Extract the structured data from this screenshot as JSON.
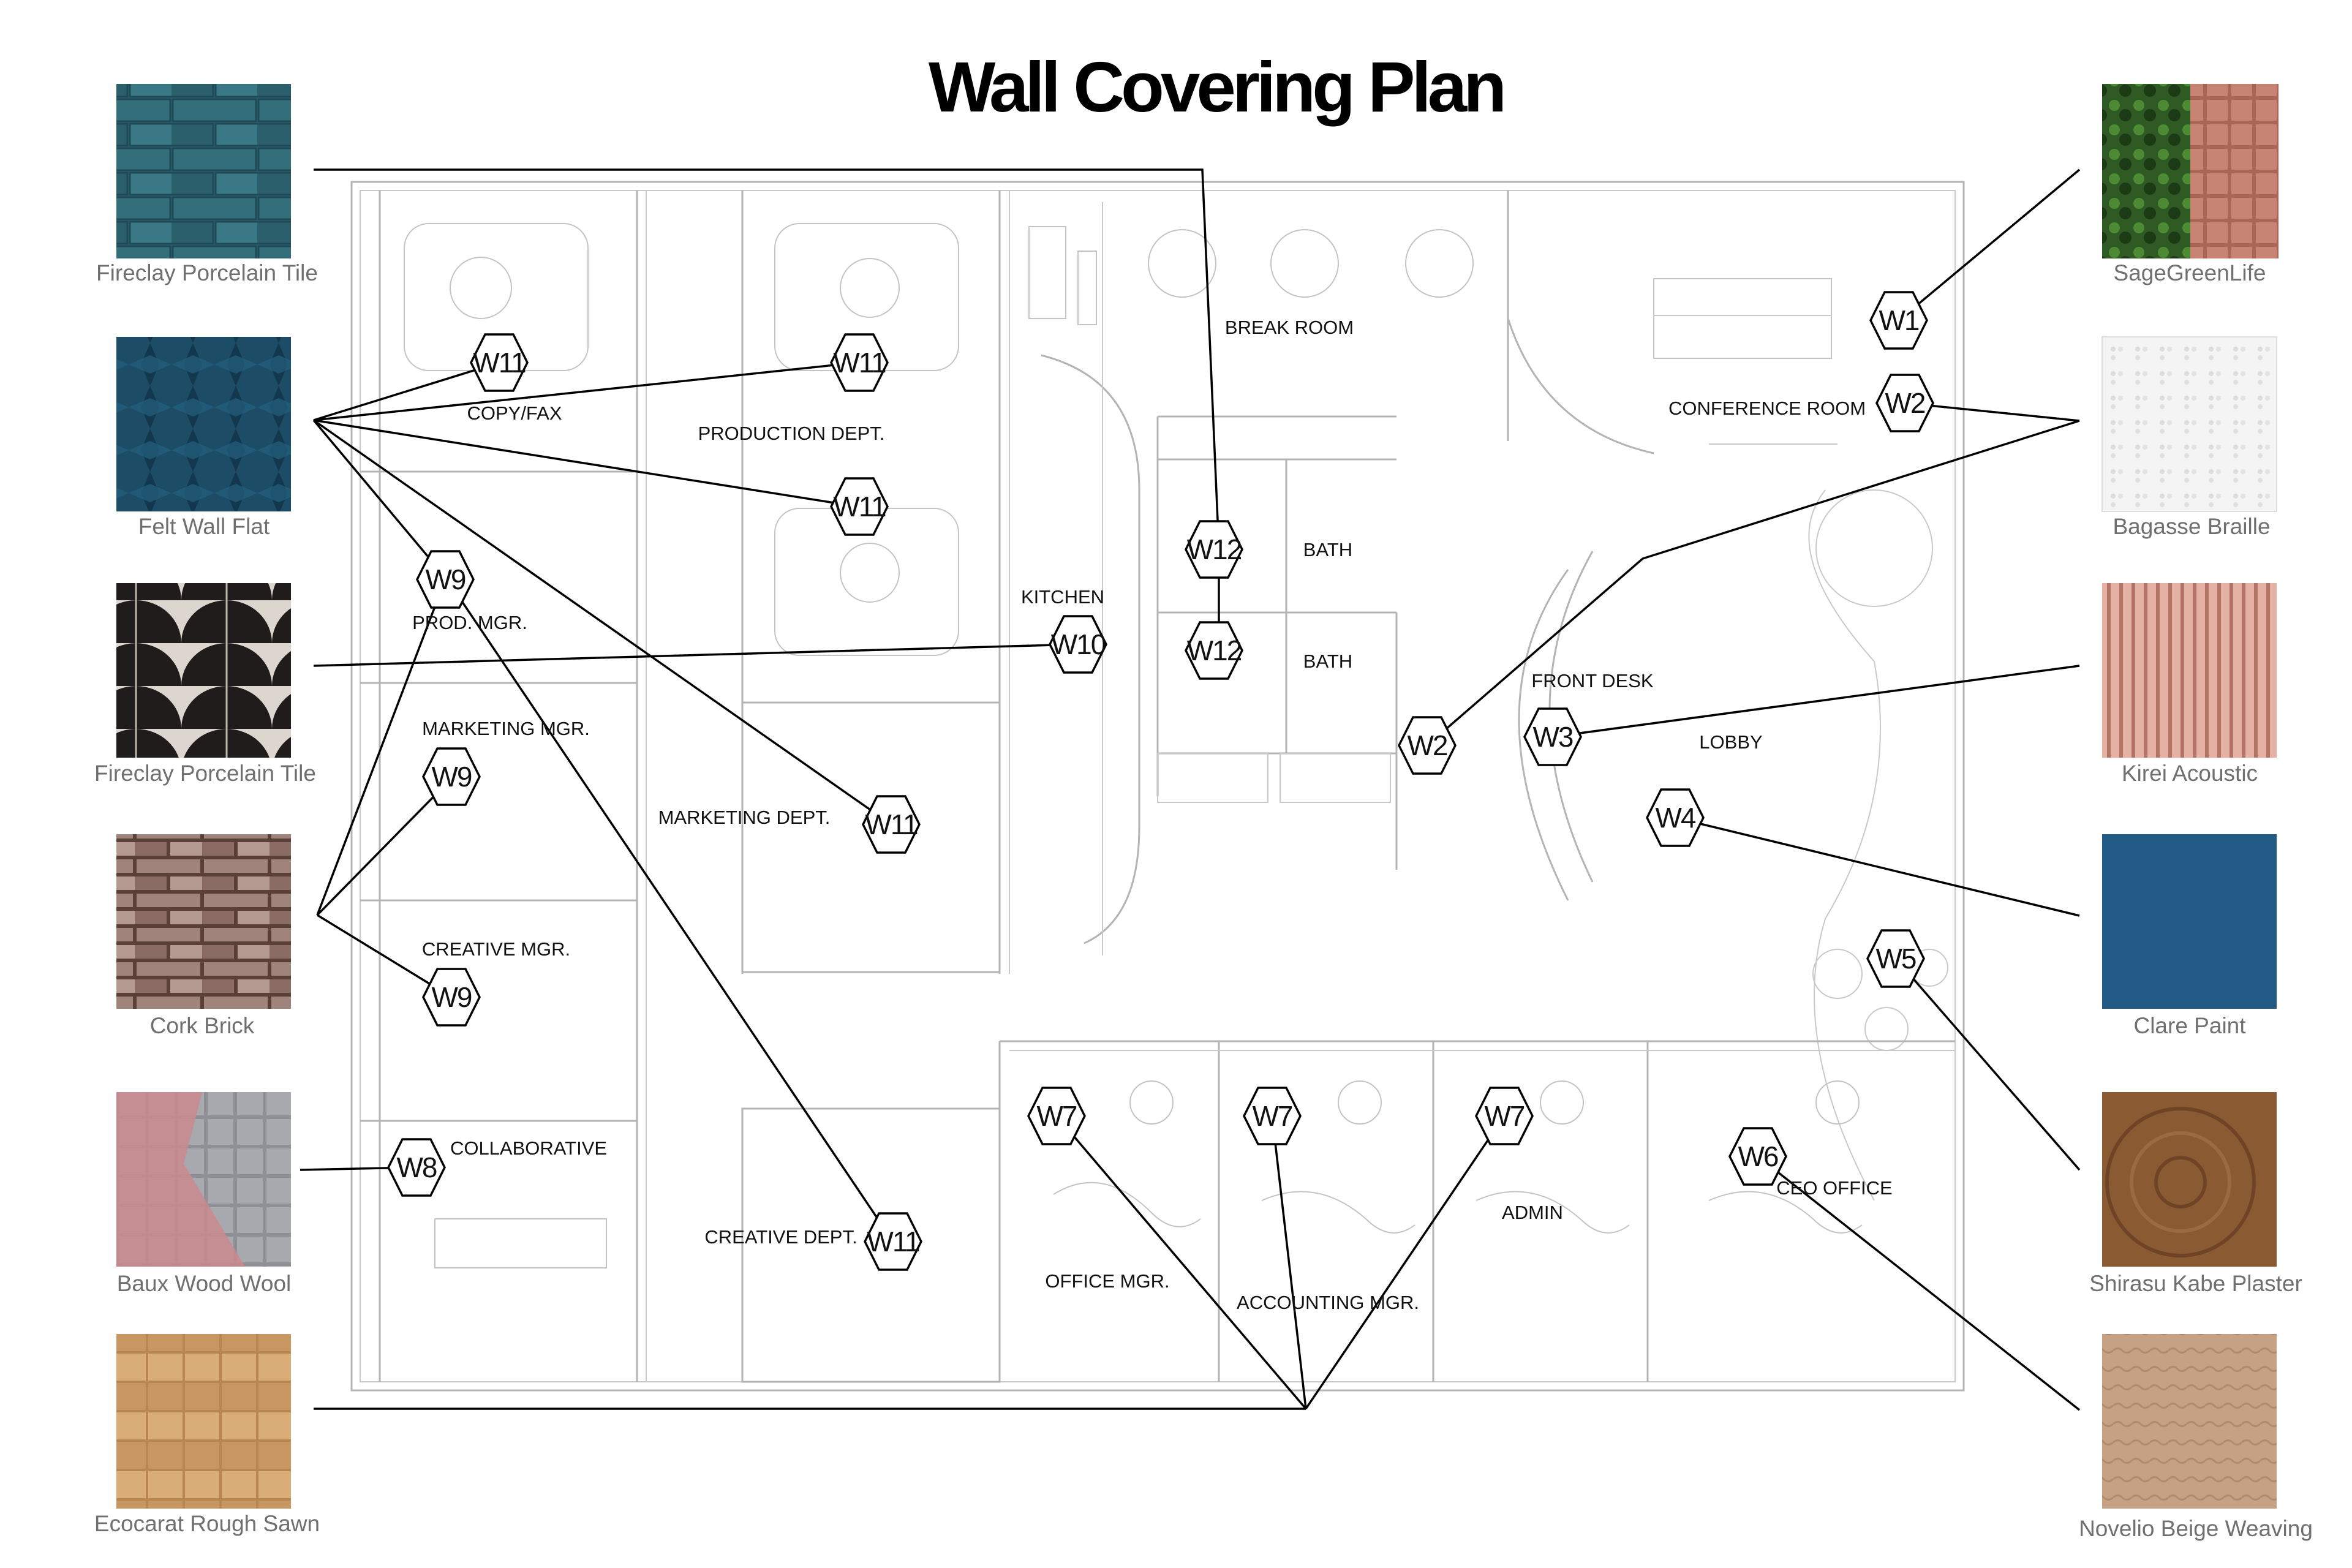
{
  "title": "Wall Covering Plan",
  "swatches_left": [
    {
      "label": "Fireclay Porcelain Tile",
      "pattern": "teal-subway-tile",
      "color": "#2d6470"
    },
    {
      "label": "Felt Wall Flat",
      "pattern": "blue-geometric-felt",
      "color": "#1d4e66"
    },
    {
      "label": "Fireclay Porcelain Tile",
      "pattern": "black-scallop-tile",
      "color": "#1e1a1a"
    },
    {
      "label": "Cork Brick",
      "pattern": "cork-brick",
      "color": "#8a6a5c"
    },
    {
      "label": "Baux Wood Wool",
      "pattern": "pink-grey-wood-wool",
      "color": "#b88a90"
    },
    {
      "label": "Ecocarat Rough Sawn",
      "pattern": "wood-rough-sawn",
      "color": "#c99a63"
    }
  ],
  "swatches_right": [
    {
      "label": "SageGreenLife",
      "pattern": "moss-and-terracotta",
      "color": "#3c6a2c"
    },
    {
      "label": "Bagasse Braille",
      "pattern": "white-braille",
      "color": "#f0f0f0"
    },
    {
      "label": "Kirei Acoustic",
      "pattern": "pink-fluted",
      "color": "#d9a092"
    },
    {
      "label": "Clare Paint",
      "pattern": "solid-blue",
      "color": "#215a84"
    },
    {
      "label": "Shirasu Kabe Plaster",
      "pattern": "brown-swirl-plaster",
      "color": "#8a5a33"
    },
    {
      "label": "Novelio Beige Weaving",
      "pattern": "beige-texture",
      "color": "#c9a07e"
    }
  ],
  "rooms": [
    "BREAK ROOM",
    "CONFERENCE ROOM",
    "COPY/FAX",
    "PRODUCTION DEPT.",
    "BATH",
    "BATH",
    "KITCHEN",
    "PROD. MGR.",
    "FRONT DESK",
    "LOBBY",
    "MARKETING MGR.",
    "MARKETING DEPT.",
    "CREATIVE MGR.",
    "COLLABORATIVE",
    "CREATIVE DEPT.",
    "OFFICE MGR.",
    "ACCOUNTING MGR.",
    "ADMIN",
    "CEO OFFICE"
  ],
  "tags": [
    "W11",
    "W11",
    "W11",
    "W11",
    "W11",
    "W9",
    "W9",
    "W9",
    "W8",
    "W10",
    "W12",
    "W12",
    "W1",
    "W2",
    "W2",
    "W3",
    "W4",
    "W5",
    "W6",
    "W7",
    "W7",
    "W7"
  ]
}
